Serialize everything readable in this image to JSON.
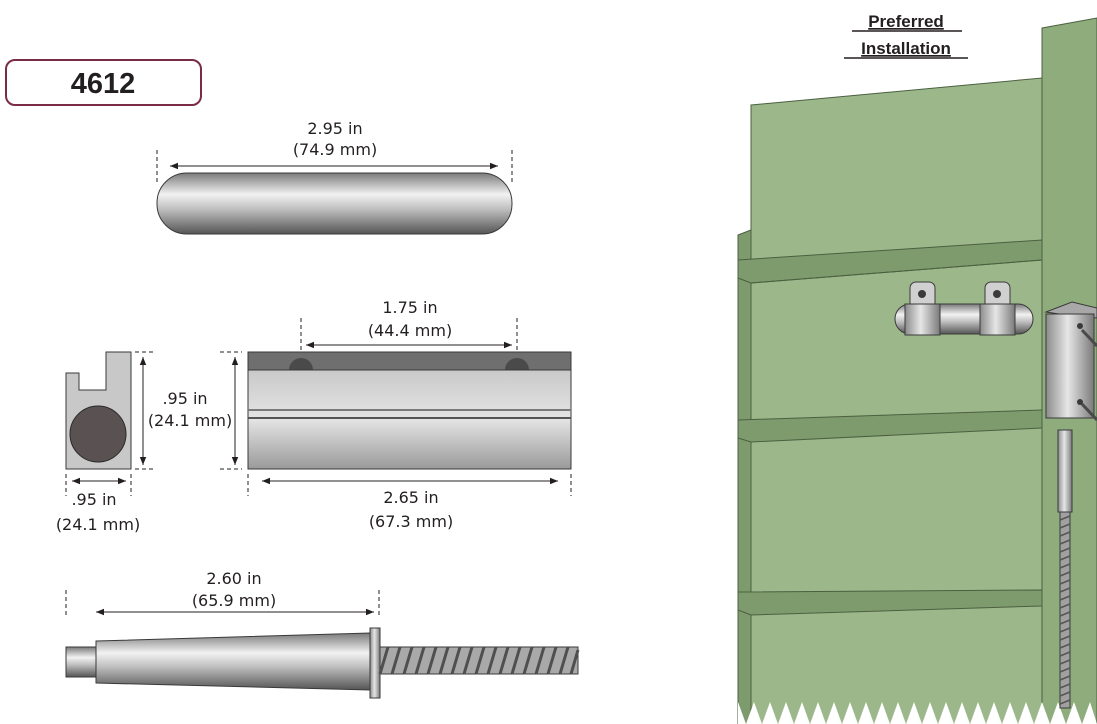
{
  "model_label": "4612",
  "magnet_length": {
    "inches": "2.95 in",
    "mm": "(74.9 mm)"
  },
  "switch_hole_spacing": {
    "inches": "1.75 in",
    "mm": "(44.4 mm)"
  },
  "switch_height": {
    "inches": ".95 in",
    "mm": "(24.1 mm)"
  },
  "switch_width": {
    "inches": ".95 in",
    "mm": "(24.1 mm)"
  },
  "switch_length": {
    "inches": "2.65 in",
    "mm": "(67.3 mm)"
  },
  "spacer_length": {
    "inches": "2.60 in",
    "mm": "(65.9 mm)"
  },
  "installation_heading": {
    "line1": "Preferred",
    "line2": "Installation"
  },
  "colors": {
    "model_border": "#7a2b45",
    "door_green": "#9cb78a",
    "door_green_dark": "#7e9b6d",
    "metal_light": "#d8d8d8",
    "metal_dark": "#6f6f6f",
    "hole_fill": "#5a5252"
  }
}
